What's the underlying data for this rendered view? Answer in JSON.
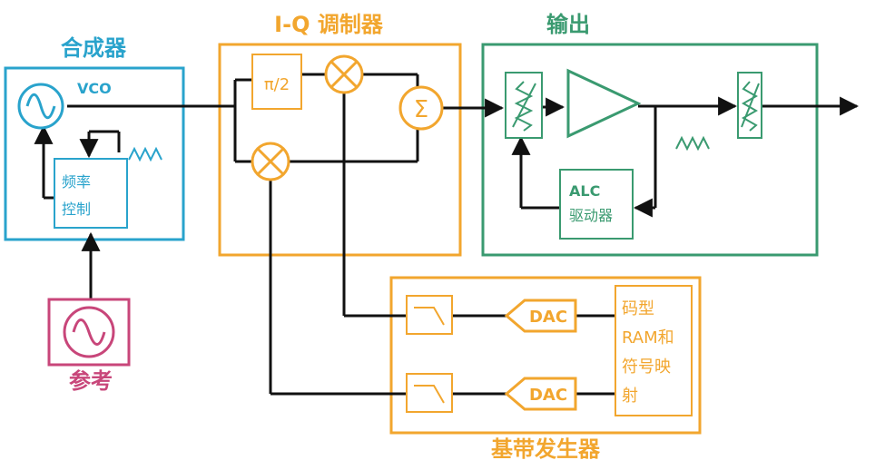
{
  "synth": {
    "title": "合成器",
    "vco_label": "VCO",
    "freq_ctrl": [
      "频率",
      "控制"
    ]
  },
  "reference": {
    "title": "参考"
  },
  "iq": {
    "title": "I-Q 调制器",
    "phase_label": "π/2"
  },
  "output": {
    "title": "输出",
    "alc": [
      "ALC",
      "驱动器"
    ]
  },
  "baseband": {
    "title": "基带发生器",
    "dac_top": "DAC",
    "dac_bottom": "DAC",
    "ram": [
      "码型",
      "RAM和",
      "符号映",
      "射"
    ]
  },
  "colors": {
    "synth": "#29a3cc",
    "reference": "#c8467a",
    "iq": "#f2a62e",
    "output": "#3a9a70",
    "baseband": "#f2a62e",
    "line": "#111111"
  }
}
